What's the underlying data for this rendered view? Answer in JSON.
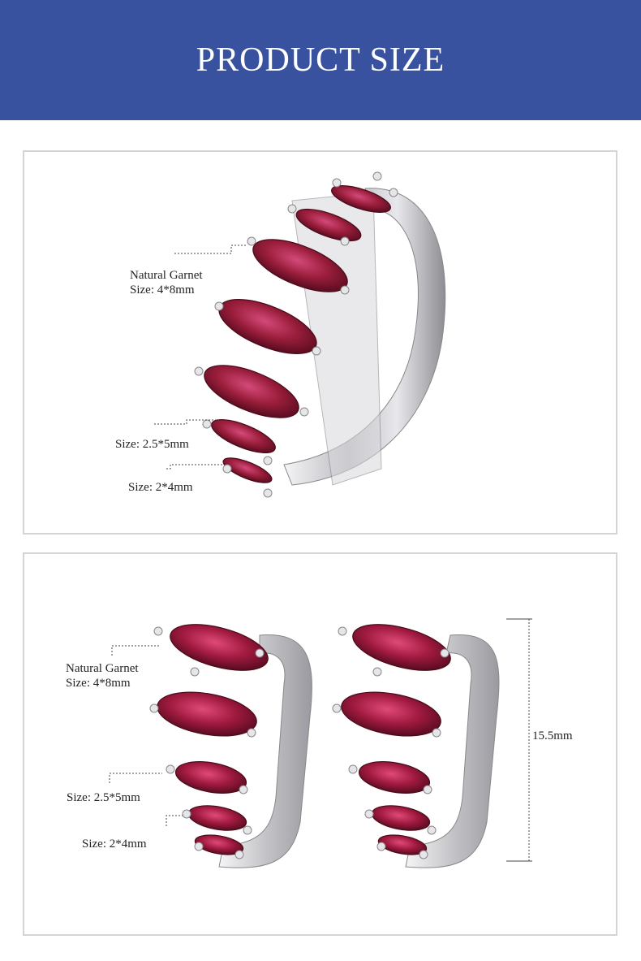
{
  "header": {
    "title": "PRODUCT SIZE",
    "background": "#38529f"
  },
  "ring": {
    "labels": {
      "garnet_line1": "Natural Garnet",
      "garnet_line2": "Size: 4*8mm",
      "mid": "Size: 2.5*5mm",
      "small": "Size: 2*4mm"
    }
  },
  "earrings": {
    "labels": {
      "garnet_line1": "Natural Garnet",
      "garnet_line2": "Size: 4*8mm",
      "mid": "Size: 2.5*5mm",
      "small": "Size: 2*4mm"
    },
    "height": "15.5mm"
  },
  "colors": {
    "garnet": "#8e1836",
    "silver": "#c8c8cc",
    "border": "#d4d4d4"
  }
}
